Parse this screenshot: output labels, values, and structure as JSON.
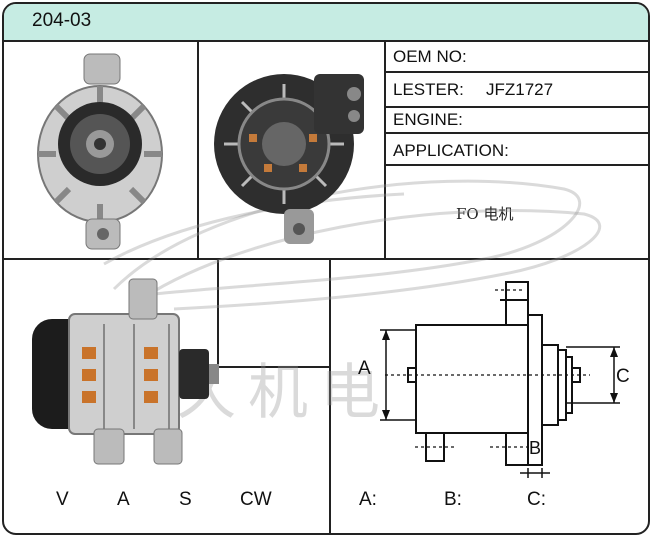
{
  "header": {
    "code": "204-03"
  },
  "info": {
    "oem_label": "OEM NO:",
    "lester_label": "LESTER:",
    "lester_value": "JFZ1727",
    "engine_label": "ENGINE:",
    "application_label": "APPLICATION:",
    "note": "FO 电机"
  },
  "bottom_left": {
    "labels": [
      "V",
      "A",
      "S",
      "CW"
    ]
  },
  "bottom_right": {
    "labels": [
      "A:",
      "B:",
      "C:"
    ]
  },
  "diagram": {
    "label_a": "A",
    "label_b": "B",
    "label_c": "C"
  },
  "watermark": {
    "text": "久久机电"
  }
}
